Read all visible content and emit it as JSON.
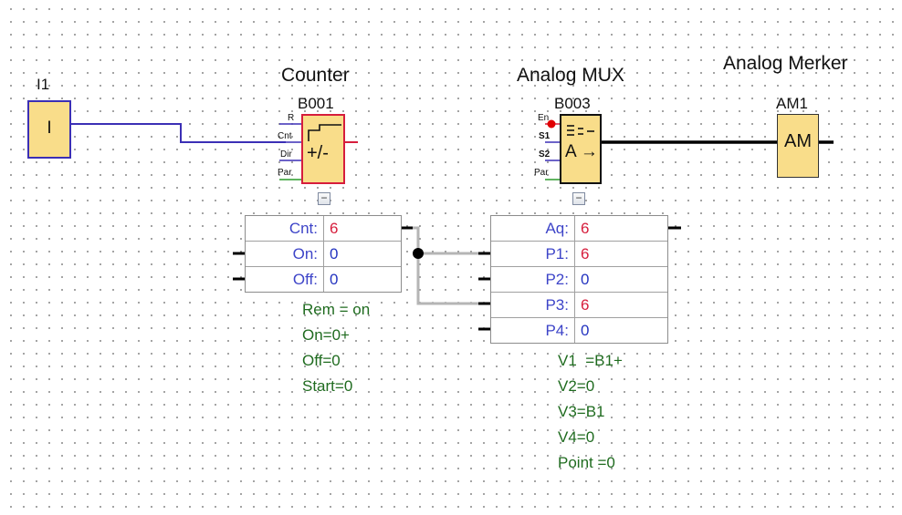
{
  "blocks": {
    "i1": {
      "name": "I1",
      "symbol": "I"
    },
    "counter": {
      "title": "Counter",
      "name": "B001",
      "pins": [
        "R",
        "Cnt",
        "Dir",
        "Par"
      ],
      "symbol": "+/-",
      "params": [
        {
          "label": "Cnt:",
          "value": "6",
          "color": "red"
        },
        {
          "label": "On:",
          "value": "0",
          "color": "blue"
        },
        {
          "label": "Off:",
          "value": "0",
          "color": "blue"
        }
      ],
      "notes": [
        "Rem = on",
        "On=0+",
        "Off=0",
        "Start=0"
      ]
    },
    "mux": {
      "title": "Analog MUX",
      "name": "B003",
      "pins": [
        "En",
        "S1",
        "S2",
        "Par"
      ],
      "symbol": "A →",
      "params": [
        {
          "label": "Aq:",
          "value": "6",
          "color": "red"
        },
        {
          "label": "P1:",
          "value": "6",
          "color": "red"
        },
        {
          "label": "P2:",
          "value": "0",
          "color": "blue"
        },
        {
          "label": "P3:",
          "value": "6",
          "color": "red"
        },
        {
          "label": "P4:",
          "value": "0",
          "color": "blue"
        }
      ],
      "notes": [
        "V1  =B1+",
        "V2=0",
        "V3=B1",
        "V4=0",
        "Point =0"
      ]
    },
    "am1": {
      "title": "Analog Merker",
      "name": "AM1",
      "symbol": "AM"
    }
  },
  "colors": {
    "block_fill": "#f9dd8a",
    "digital_wire": "#3b2fb5",
    "analog_wire": "#000000",
    "param_link": "#b5b5b5",
    "note_text": "#1f6b1f",
    "active_value": "#d61d3c",
    "inactive_value": "#2434c0",
    "enable_dot": "#e00000"
  },
  "icons": {
    "collapse": "minus-box-icon",
    "counter_ramp": "step-ramp-icon",
    "mux_list": "list-icon"
  },
  "collapse_symbol": "−"
}
